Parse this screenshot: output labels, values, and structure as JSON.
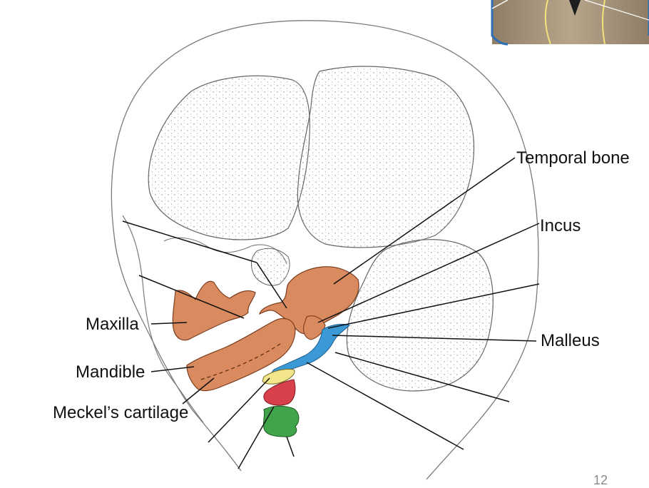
{
  "labels": {
    "temporal_bone": "Temporal bone",
    "incus": "Incus",
    "maxilla": "Maxilla",
    "malleus": "Malleus",
    "mandible": "Mandible",
    "meckels_cartilage": "Meckel’s cartilage"
  },
  "page_number": "12",
  "colors": {
    "membrane_bone": "#d98a5f",
    "meckel_cartilage": "#3b9ad6",
    "stapes_region": "#f2e58c",
    "red_cartilage": "#d8414b",
    "green_cartilage": "#3fa44a",
    "outline": "#555555",
    "thumbnail_brown": "#9e8c73",
    "thumbnail_blue": "#2f6fb3"
  }
}
